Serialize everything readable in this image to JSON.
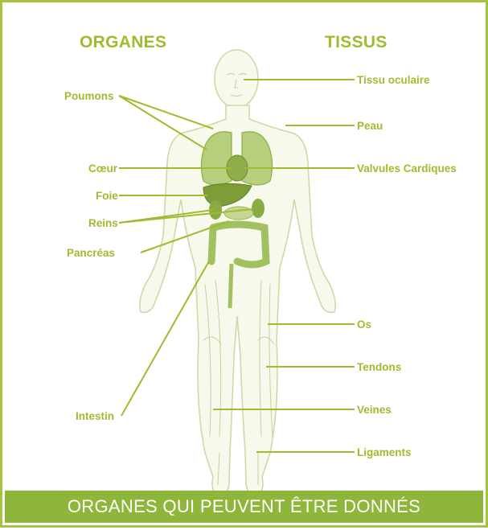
{
  "headings": {
    "organs": "ORGANES",
    "tissues": "TISSUS"
  },
  "organs": {
    "lungs": "Poumons",
    "heart": "Cœur",
    "liver": "Foie",
    "kidneys": "Reins",
    "pancreas": "Pancréas",
    "intestine": "Intestin"
  },
  "tissues": {
    "eye": "Tissu oculaire",
    "skin": "Peau",
    "valves": "Valvules Cardiques",
    "bone": "Os",
    "tendons": "Tendons",
    "veins": "Veines",
    "ligaments": "Ligaments"
  },
  "footer": {
    "title": "ORGANES QUI PEUVENT ÊTRE DONNÉS"
  },
  "colors": {
    "accent": "#9dbd2f",
    "border": "#a3c43b",
    "footer_bg": "#8db63a",
    "body_outline": "#d4dfb0",
    "organ_fill": "#a9c66a",
    "organ_dark": "#7a9a36"
  }
}
